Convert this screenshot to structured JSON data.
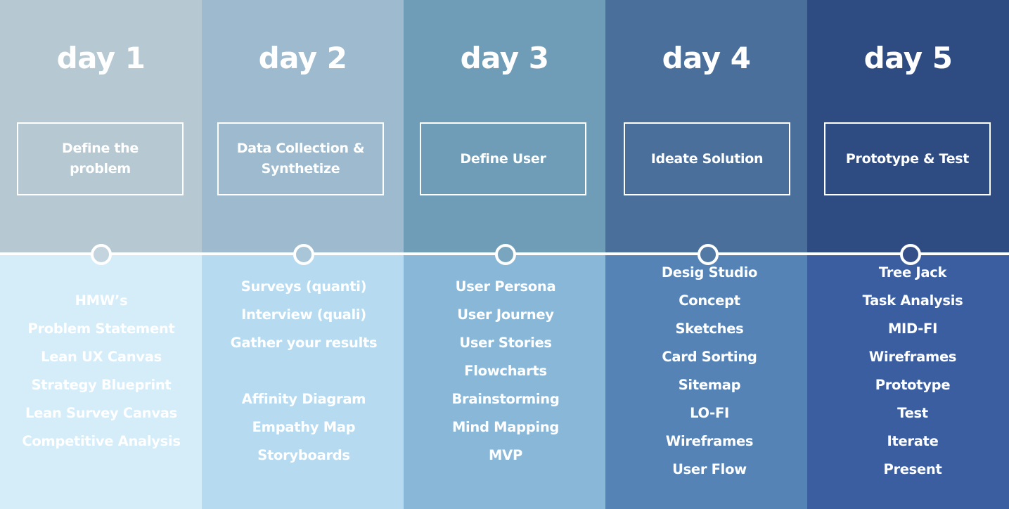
{
  "days": [
    {
      "title": "day 1",
      "phase": "Define the problem",
      "colors": {
        "top": "#b6c8d2",
        "bottom": "#d5ecf9",
        "dot": "#c4d4de"
      },
      "items": [
        "HMW’s",
        "Problem Statement",
        "Lean UX Canvas",
        "Strategy Blueprint",
        "Lean Survey Canvas",
        "Competitive Analysis"
      ]
    },
    {
      "title": "day 2",
      "phase": "Data Collection & Synthetize",
      "colors": {
        "top": "#9dbace",
        "bottom": "#b6dbf1",
        "dot": "#a9c6d8"
      },
      "items": [
        "Surveys (quanti)",
        "Interview (quali)",
        "Gather your results",
        "",
        "Affinity Diagram",
        "Empathy Map",
        "Storyboards"
      ]
    },
    {
      "title": "day 3",
      "phase": "Define User",
      "colors": {
        "top": "#6f9cb6",
        "bottom": "#88b7d8",
        "dot": "#7aa5be"
      },
      "items": [
        "User Persona",
        "User Journey",
        "User Stories",
        "Flowcharts",
        "Brainstorming",
        "Mind Mapping",
        "MVP"
      ]
    },
    {
      "title": "day 4",
      "phase": "Ideate Solution",
      "colors": {
        "top": "#4a6f9a",
        "bottom": "#5683b5",
        "dot": "#537aa5"
      },
      "items": [
        "Desig Studio",
        "Concept",
        "Sketches",
        "Card Sorting",
        "Sitemap",
        "LO-FI",
        "Wireframes",
        "User Flow"
      ]
    },
    {
      "title": "day 5",
      "phase": "Prototype & Test",
      "colors": {
        "top": "#2f4c82",
        "bottom": "#3b5ea0",
        "dot": "#354f88"
      },
      "items": [
        "Tree Jack",
        "Task Analysis",
        "MID-FI",
        "Wireframes",
        "Prototype",
        "Test",
        "Iterate",
        "Present"
      ]
    }
  ]
}
